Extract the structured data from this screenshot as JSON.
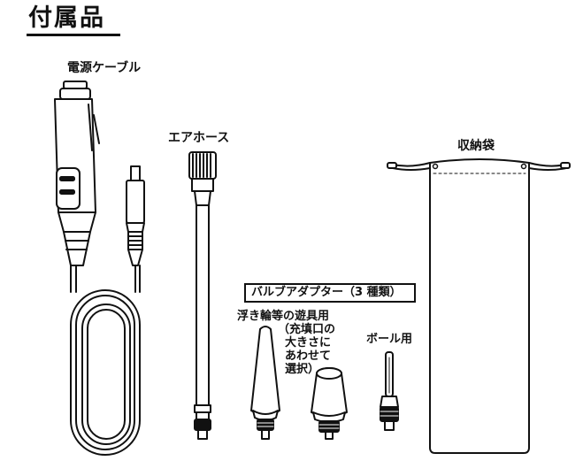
{
  "title": "付属品",
  "items": {
    "power_cable": "電源ケーブル",
    "air_hose": "エアホース",
    "storage_bag": "収納袋",
    "valve_adapter": "バルブアダプター（3 種類）",
    "float_toy_label": "浮き輪等の遊具用",
    "float_toy_note": [
      "（充填口の",
      "大きさに",
      "あわせて",
      "選択）"
    ],
    "ball_label": "ボール用"
  }
}
